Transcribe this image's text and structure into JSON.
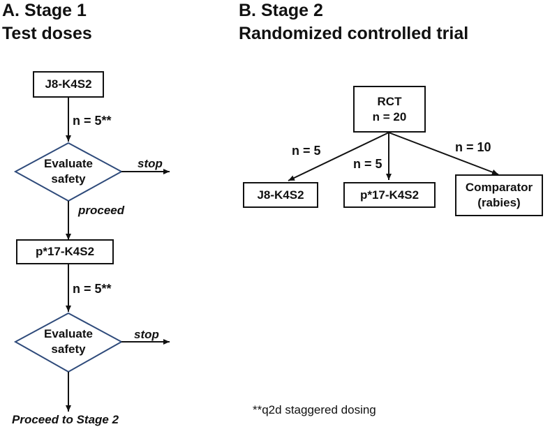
{
  "stage1": {
    "title_line1": "A. Stage 1",
    "title_line2": "Test doses",
    "box1": "J8-K4S2",
    "n1": "n = 5**",
    "decision1": [
      "Evaluate",
      "safety"
    ],
    "stop1": "stop",
    "proceed": "proceed",
    "box2": "p*17-K4S2",
    "n2": "n = 5**",
    "decision2": [
      "Evaluate",
      "safety"
    ],
    "stop2": "stop",
    "final": "Proceed to Stage 2"
  },
  "stage2": {
    "title_line1": "B. Stage 2",
    "title_line2": "Randomized controlled trial",
    "rct": [
      "RCT",
      "n = 20"
    ],
    "arm1_n": "n = 5",
    "arm2_n": "n = 5",
    "arm3_n": "n = 10",
    "arm1": "J8-K4S2",
    "arm2": "p*17-K4S2",
    "arm3": [
      "Comparator",
      "(rabies)"
    ]
  },
  "footnote": "**q2d staggered dosing",
  "colors": {
    "diamond_stroke": "#2e4a7a",
    "line": "#111111"
  }
}
